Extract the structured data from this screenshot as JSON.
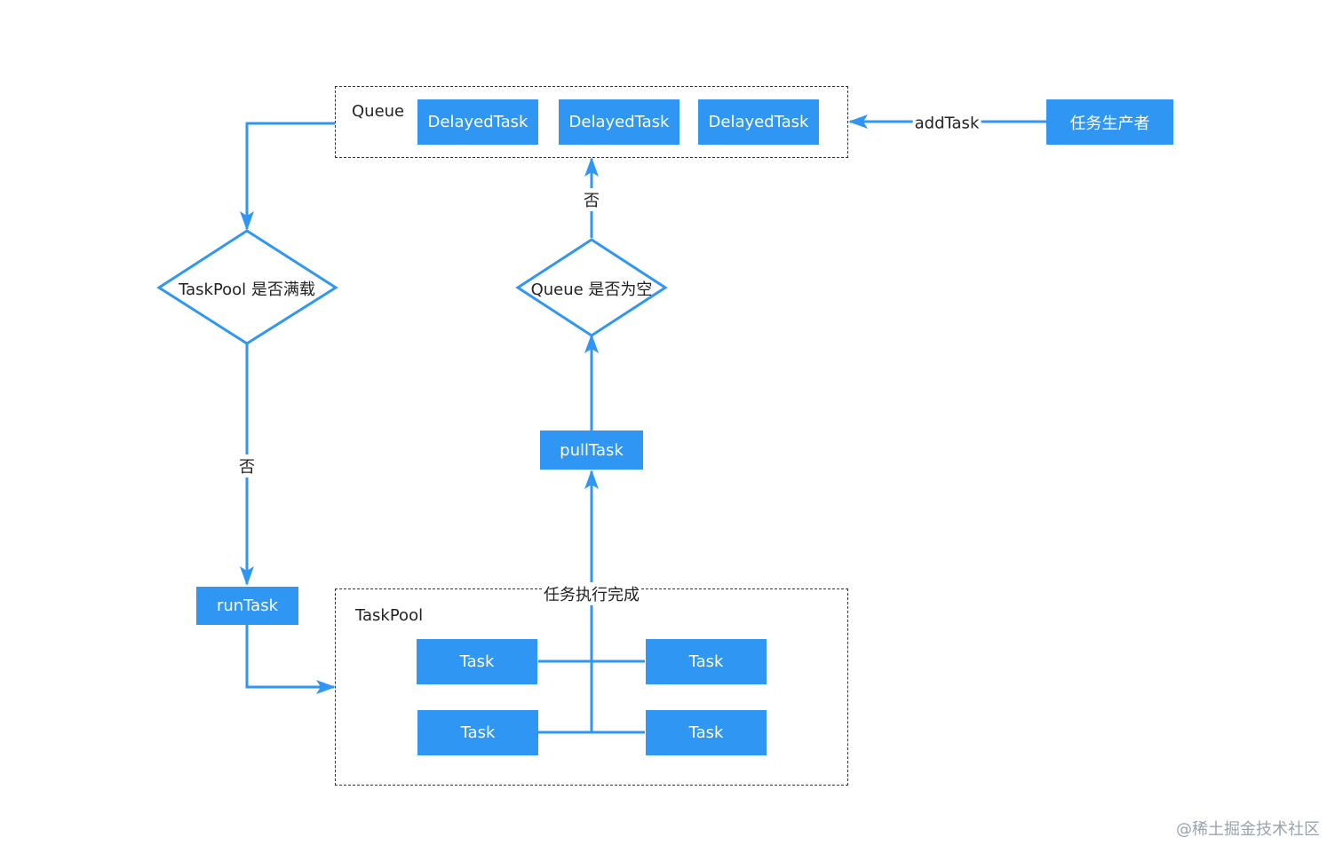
{
  "colors": {
    "node": "#2f96f3",
    "edge": "#2f96f3",
    "text": "#222222",
    "container_border": "#333333"
  },
  "queue": {
    "label": "Queue",
    "tasks": [
      "DelayedTask",
      "DelayedTask",
      "DelayedTask"
    ]
  },
  "producer": {
    "label": "任务生产者"
  },
  "edge_add": {
    "label": "addTask"
  },
  "decision_taskpool": {
    "label": "TaskPool 是否满载"
  },
  "decision_queue": {
    "label": "Queue 是否为空"
  },
  "edge_no_left": {
    "label": "否"
  },
  "edge_no_right": {
    "label": "否"
  },
  "run_task": {
    "label": "runTask"
  },
  "pull_task": {
    "label": "pullTask"
  },
  "taskpool": {
    "label": "TaskPool",
    "tasks": [
      "Task",
      "Task",
      "Task",
      "Task"
    ]
  },
  "edge_done": {
    "label": "任务执行完成"
  },
  "watermark": "@稀土掘金技术社区"
}
